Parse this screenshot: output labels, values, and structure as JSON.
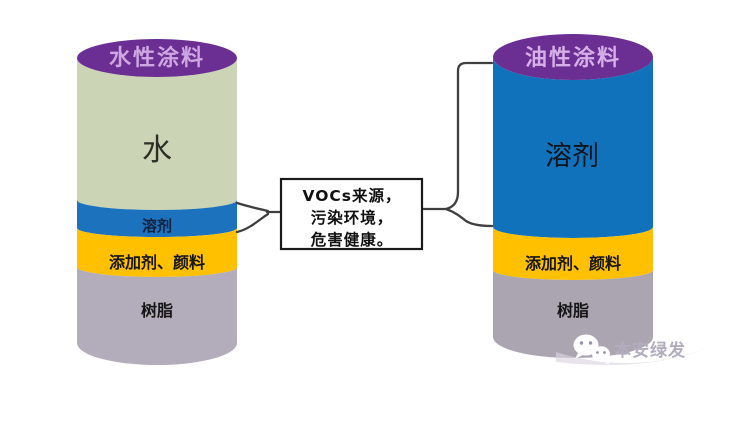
{
  "diagram": {
    "left_cylinder": {
      "title": "水性涂料",
      "cap_color": "#6B2E92",
      "title_color": "#CDA6E2",
      "sections": [
        {
          "label": "水",
          "color": "#CBD5B5"
        },
        {
          "label": "溶剂",
          "color": "#1D72BE"
        },
        {
          "label": "添加剂、颜料",
          "color": "#FFC000"
        },
        {
          "label": "树脂",
          "color": "#B3ACBB"
        }
      ]
    },
    "right_cylinder": {
      "title": "油性涂料",
      "cap_color": "#6B2E92",
      "title_color": "#D6AFE8",
      "sections": [
        {
          "label": "溶剂",
          "color": "#0F72BA"
        },
        {
          "label": "添加剂、颜料",
          "color": "#FFC000"
        },
        {
          "label": "树脂",
          "color": "#ABA5B2"
        }
      ]
    },
    "callout": {
      "lines": [
        "VOCs来源，",
        "污染环境，",
        "危害健康。"
      ],
      "border_color": "#1a1a1a",
      "text_color": "#111111"
    },
    "connector_color": "#3f3f3f",
    "watermark": {
      "name": "本安绿发",
      "icon": "wechat-icon",
      "text_color": "#B2ADBE"
    }
  }
}
